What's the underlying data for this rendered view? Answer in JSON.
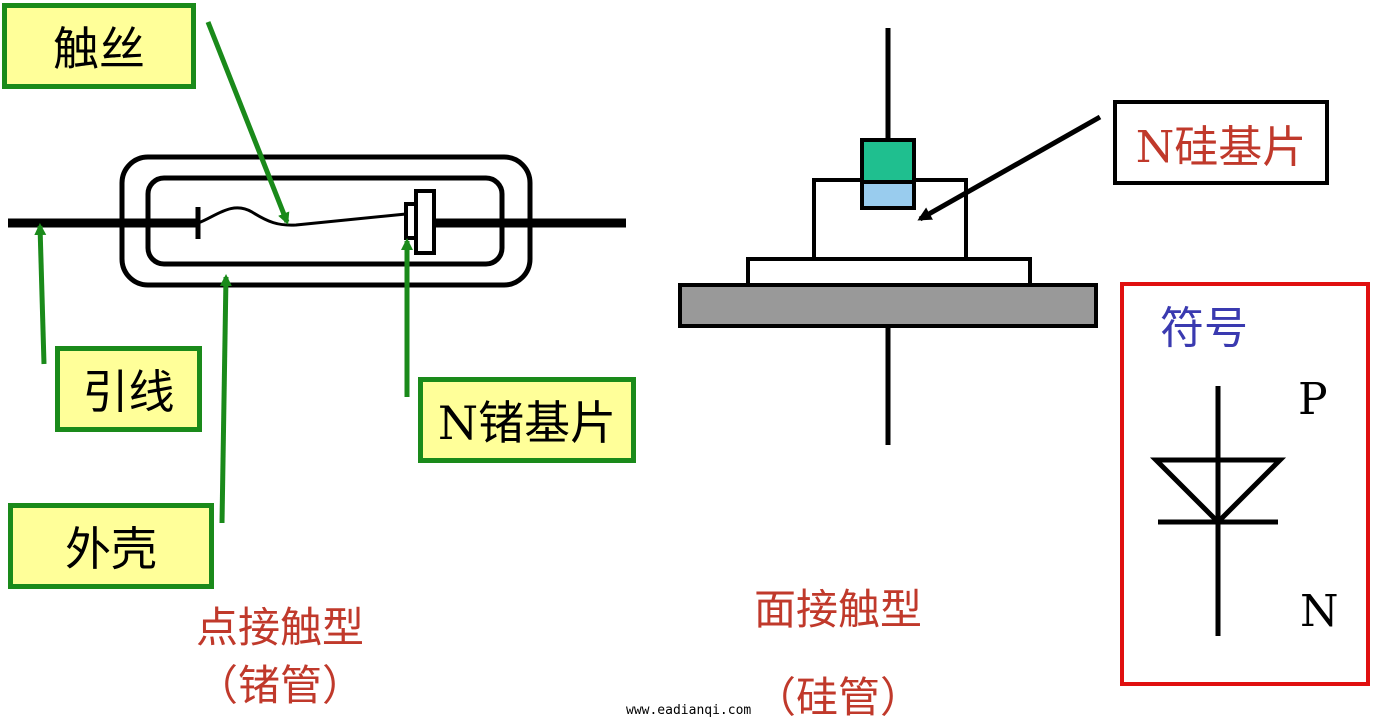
{
  "point_contact": {
    "labels": {
      "wire": "触丝",
      "lead": "引线",
      "shell": "外壳",
      "ge_wafer": "N锗基片"
    },
    "caption_line1": "点接触型",
    "caption_line2": "（锗管）"
  },
  "junction": {
    "label_si_wafer": "N硅基片",
    "caption_line1": "面接触型",
    "caption_line2": "（硅管）"
  },
  "symbol": {
    "title": "符号",
    "anode_label": "P",
    "cathode_label": "N"
  },
  "colors": {
    "callout_border": "#1a8a1a",
    "callout_fill": "#ffff99",
    "caption_text": "#c0392b",
    "symbol_frame": "#e01010",
    "symbol_title": "#3a3ab0",
    "contact_top": "#1fbf8f",
    "contact_bottom": "#99ccee",
    "base_plate": "#999999"
  },
  "footer": "www.eadianqi.com"
}
